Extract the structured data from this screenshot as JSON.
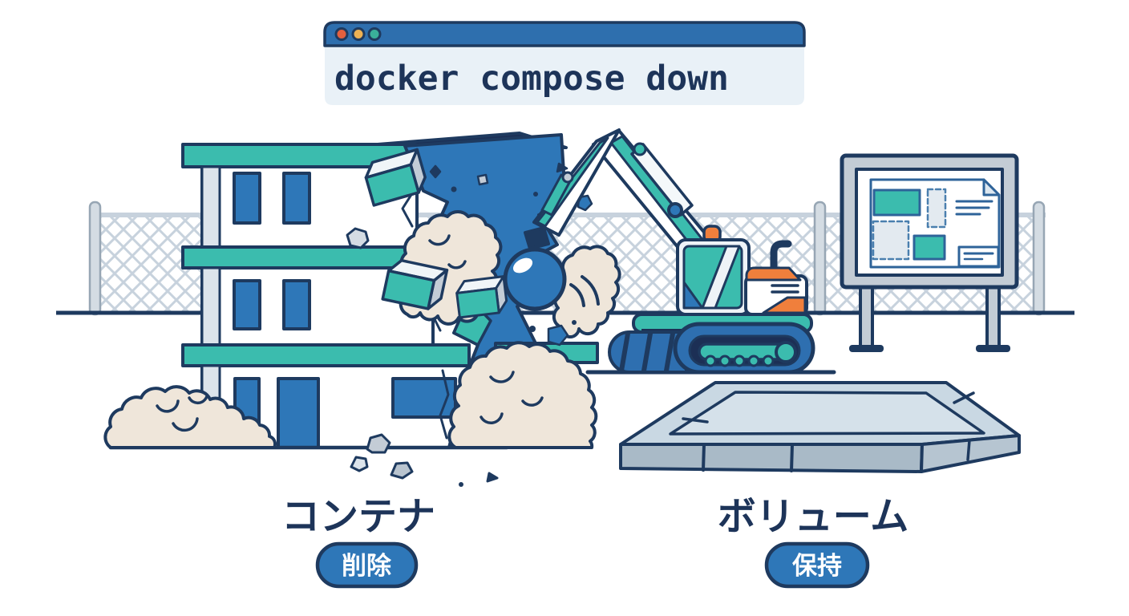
{
  "terminal": {
    "command": "docker compose down",
    "buttons": [
      {
        "name": "close",
        "color": "#e2603f"
      },
      {
        "name": "minimize",
        "color": "#edb153"
      },
      {
        "name": "maximize",
        "color": "#3aaf9a"
      }
    ]
  },
  "labels": {
    "container": {
      "title": "コンテナ",
      "badge": "削除"
    },
    "volume": {
      "title": "ボリューム",
      "badge": "保持"
    }
  },
  "scene": {
    "icons": [
      "terminal-window-icon",
      "chain-link-fence-icon",
      "demolished-building-icon",
      "container-crate-icon",
      "dust-cloud-icon",
      "wrecking-ball-icon",
      "excavator-icon",
      "blueprint-sign-icon",
      "document-icon",
      "foundation-slab-icon"
    ]
  },
  "colors": {
    "outline": "#1e3a5f",
    "terminal_bar": "#2e6fae",
    "terminal_body": "#e9f1f7",
    "badge_blue": "#2e77b8",
    "blue": "#2e77b8",
    "teal": "#3bbcae",
    "orange": "#f07f3c",
    "dust": "#efe6da",
    "fence": "#c7d2dd",
    "slab_top": "#c9d8e3",
    "slab_front": "#a9bac7"
  }
}
